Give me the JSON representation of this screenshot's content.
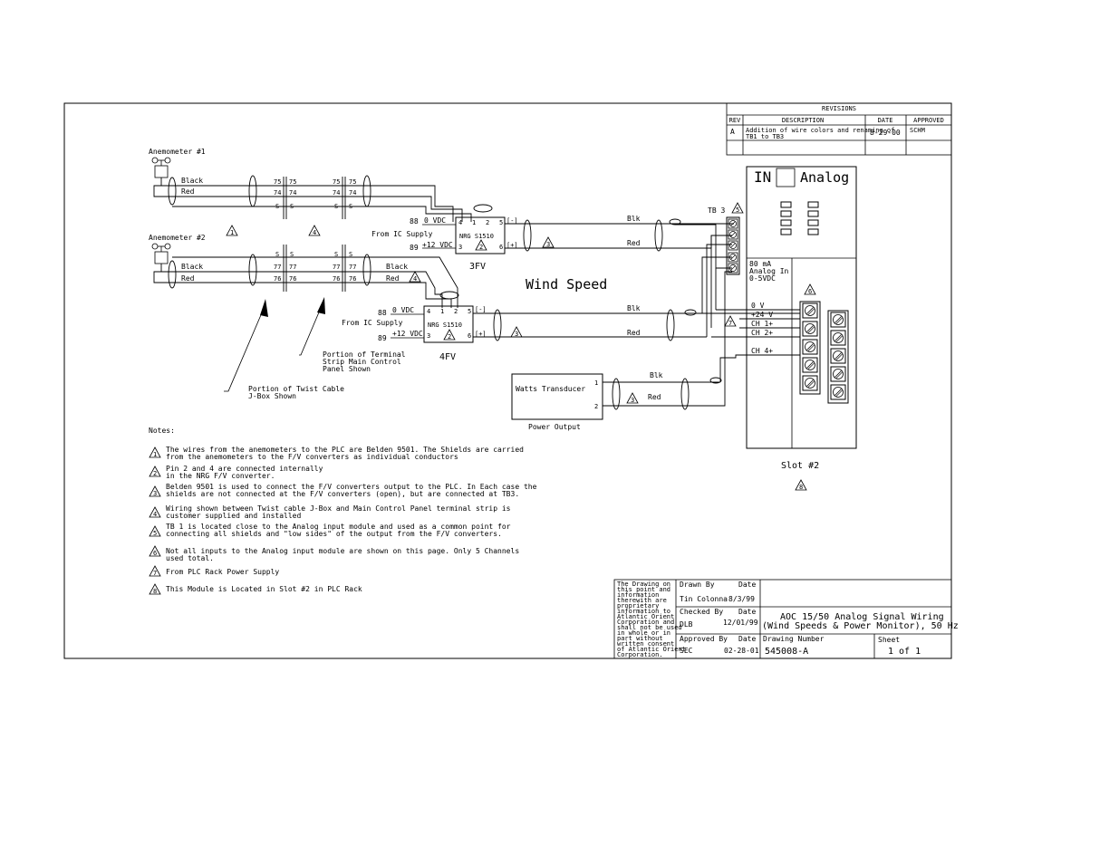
{
  "revisions": {
    "heading": "REVISIONS",
    "col_rev": "REV",
    "col_desc": "DESCRIPTION",
    "col_date": "DATE",
    "col_approved": "APPROVED",
    "rev": "A",
    "desc_line1": "Addition of wire colors and renaming of",
    "desc_line2": "TB1 to TB3",
    "date": "8-29-00",
    "approved": "SCHM"
  },
  "anemometers": {
    "a1_label": "Anemometer #1",
    "a2_label": "Anemometer #2",
    "black": "Black",
    "red": "Red",
    "a1_terms": [
      "75",
      "74",
      "S"
    ],
    "a2_terms": [
      "S",
      "77",
      "76"
    ]
  },
  "converters": {
    "model": "NRG S1510",
    "c1_name": "3FV",
    "c2_name": "4FV",
    "pins_top": [
      "4",
      "1",
      "2",
      "5"
    ],
    "pins_bottom": [
      "3",
      "6"
    ],
    "supply_label": "From IC Supply",
    "vdc0": "0 VDC",
    "vdc12": "+12 VDC",
    "n88": "88",
    "n89": "89",
    "neg": "[-]",
    "pos": "[+]",
    "blk": "Blk",
    "red": "Red",
    "black": "Black"
  },
  "wind_speed_label": "Wind Speed",
  "watts": {
    "label": "Watts Transducer",
    "output": "Power Output",
    "pin1": "1",
    "pin2": "2"
  },
  "tb3_label": "TB 3",
  "module": {
    "in": "IN",
    "analog": "Analog",
    "spec1": "80 mA",
    "spec2": "Analog In",
    "spec3": "0-5VDC",
    "ch_labels": [
      "0 V",
      "+24 V",
      "CH 1+",
      "CH 2+",
      "CH 4+"
    ],
    "slot": "Slot #2"
  },
  "callouts": {
    "twist": [
      "Portion of Twist Cable",
      "J-Box Shown"
    ],
    "terminal": [
      "Portion of Terminal",
      "Strip Main Control",
      "Panel Shown"
    ]
  },
  "notes": {
    "heading": "Notes:",
    "items": [
      {
        "num": "1",
        "lines": [
          "The wires from the anemometers to the PLC are Belden 9501.  The Shields are carried",
          "from the anemometers to the F/V converters as individual conductors"
        ]
      },
      {
        "num": "2",
        "lines": [
          "Pin 2 and 4 are connected internally",
          "in the NRG F/V converter."
        ]
      },
      {
        "num": "3",
        "lines": [
          "Belden 9501 is used to connect the F/V converters output to the PLC.  In Each case the",
          "shields are not connected at the F/V converters (open), but are connected at TB3."
        ]
      },
      {
        "num": "4",
        "lines": [
          "Wiring shown between Twist cable J-Box and Main Control Panel terminal strip is",
          "customer supplied and installed"
        ]
      },
      {
        "num": "5",
        "lines": [
          "TB 1 is located close to the Analog input module and used as a common point for",
          "connecting all shields and \"low sides\" of the output from the F/V converters."
        ]
      },
      {
        "num": "6",
        "lines": [
          "Not all inputs to the Analog input module are shown on this page.  Only 5 Channels",
          "used total."
        ]
      },
      {
        "num": "7",
        "lines": [
          "From PLC Rack Power Supply"
        ]
      },
      {
        "num": "8",
        "lines": [
          "This Module is Located in Slot #2 in PLC Rack"
        ]
      }
    ]
  },
  "title_block": {
    "proprietary": [
      "The Drawing on",
      "this point and",
      "information",
      "therewith are",
      "proprietary",
      "information to",
      "Atlantic Orient",
      "Corporation and",
      "shall not be used",
      "in whole or in",
      "part without",
      "written consent",
      "of Atlantic Orient",
      "Corporation."
    ],
    "drawn_by": "Drawn By",
    "checked_by": "Checked By",
    "approved_by": "Approved By",
    "date_label": "Date",
    "drawn_name": "Tin Colonna",
    "drawn_date": "8/3/99",
    "checked_name": "DLB",
    "checked_date": "12/01/99",
    "approved_name": "SEC",
    "approved_date": "02-28-01",
    "title1": "AOC 15/50 Analog Signal Wiring",
    "title2": "(Wind Speeds & Power Monitor), 50 Hz",
    "drawing_number_label": "Drawing Number",
    "drawing_number": "545008-A",
    "sheet_label": "Sheet",
    "sheet_value": "1 of 1"
  }
}
